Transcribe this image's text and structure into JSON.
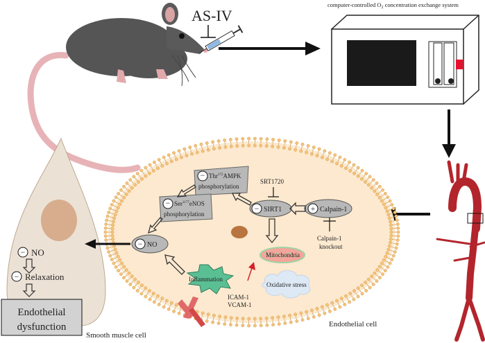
{
  "treatment": {
    "drug": "AS-IV"
  },
  "device": {
    "label_part1": "computer-controlled O",
    "label_sub": "2",
    "label_part2": " concentration exchange system"
  },
  "endothelial": {
    "ampk_line1_prefix": "Thr",
    "ampk_line1_sup": "172",
    "ampk_line1_suffix": "AMPK",
    "ampk_line2": "phosphorylation",
    "enos_line1_prefix": "Ser",
    "enos_line1_sup": "1177",
    "enos_line1_suffix": "eNOS",
    "enos_line2": "phosphorylation",
    "sirt1": "SIRT1",
    "srt1720": "SRT1720",
    "calpain": "Calpain-1",
    "calpain_ko_line1": "Calpain-1",
    "calpain_ko_line2": "knockout",
    "no": "NO",
    "mitochondria": "Mitochondria",
    "oxidative_stress": "Oxidative stress",
    "inflammation": "Inflammation",
    "icam": "ICAM-1",
    "vcam": "VCAM-1",
    "cell_label": "Endothelial cell"
  },
  "smooth_muscle": {
    "no": "NO",
    "relaxation": "Relaxation",
    "dysfunction_line1": "Endothelial",
    "dysfunction_line2": "dysfunction",
    "cell_label": "Smooth muscle cell"
  },
  "symbols": {
    "minus": "−",
    "plus": "+"
  },
  "colors": {
    "cell_fill": "#fce9cf",
    "membrane_head": "#f6c37a",
    "node_gray": "#b8b8b8",
    "inflammation": "#5bbf94",
    "aorta": "#b3252c",
    "mitochondria": "#f4a59b",
    "oxidative": "#dde9f5",
    "smc_fill": "#ece1d5",
    "smc_nucleus": "#d7ad8d",
    "dysfunction_box": "#d2d2d2",
    "mouse": "#555555"
  }
}
